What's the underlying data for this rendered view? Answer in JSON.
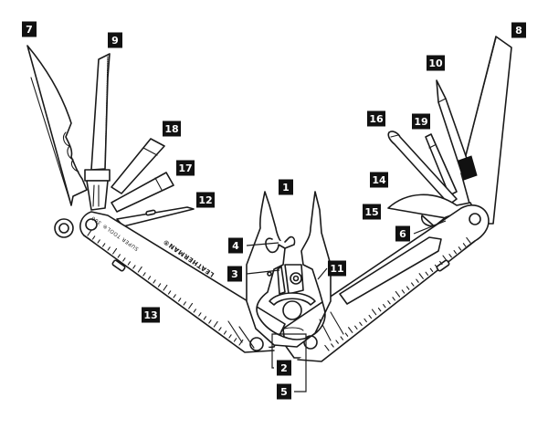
{
  "diagram": {
    "title": "Leatherman Super Tool 300 parts diagram",
    "handle_text": {
      "brand": "LEATHERMAN®",
      "model": "SUPER TOOL® 300"
    },
    "colors": {
      "line": "#1a1a1a",
      "badge_background": "#111111",
      "badge_text": "#ffffff",
      "background": "#ffffff",
      "saw_grip": "#111111"
    },
    "callouts": [
      {
        "number": "1",
        "part": "needlenose-pliers"
      },
      {
        "number": "2",
        "part": "wire-cutter"
      },
      {
        "number": "3",
        "part": "hard-wire-cutter"
      },
      {
        "number": "4",
        "part": "regular-pliers"
      },
      {
        "number": "5",
        "part": "stranded-wire-cutter"
      },
      {
        "number": "6",
        "part": "bottle-opener"
      },
      {
        "number": "7",
        "part": "combo-knife"
      },
      {
        "number": "8",
        "part": "wood-saw"
      },
      {
        "number": "9",
        "part": "serrated-blade"
      },
      {
        "number": "10",
        "part": "awl"
      },
      {
        "number": "11",
        "part": "electrical-crimper"
      },
      {
        "number": "12",
        "part": "small-screwdriver"
      },
      {
        "number": "13",
        "part": "ruler"
      },
      {
        "number": "14",
        "part": "can-opener"
      },
      {
        "number": "15",
        "part": "wire-stripper"
      },
      {
        "number": "16",
        "part": "phillips-screwdriver"
      },
      {
        "number": "17",
        "part": "medium-screwdriver"
      },
      {
        "number": "18",
        "part": "large-screwdriver"
      },
      {
        "number": "19",
        "part": "extra-small-screwdriver"
      }
    ]
  }
}
